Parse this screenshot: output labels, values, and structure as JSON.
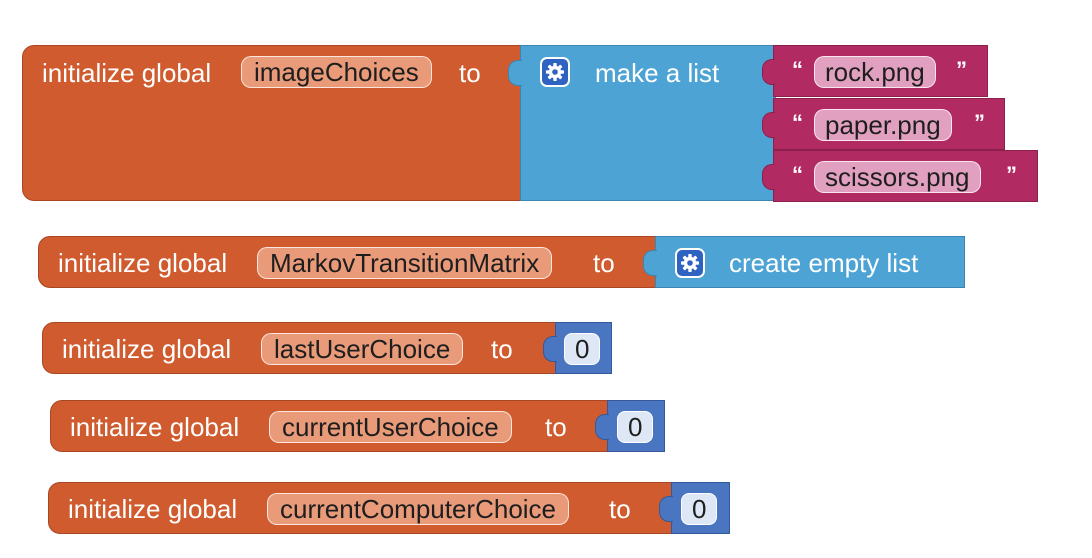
{
  "blocks": [
    {
      "kind": "initialize_global",
      "prefix": "initialize global",
      "variable": "imageChoices",
      "to": "to",
      "value": {
        "kind": "make_list",
        "label": "make a list",
        "icon": "gear-icon",
        "items": [
          "rock.png",
          "paper.png",
          "scissors.png"
        ]
      }
    },
    {
      "kind": "initialize_global",
      "prefix": "initialize global",
      "variable": "MarkovTransitionMatrix",
      "to": "to",
      "value": {
        "kind": "create_empty_list",
        "label": "create empty list",
        "icon": "gear-icon"
      }
    },
    {
      "kind": "initialize_global",
      "prefix": "initialize global",
      "variable": "lastUserChoice",
      "to": "to",
      "value": {
        "kind": "number",
        "number": "0"
      }
    },
    {
      "kind": "initialize_global",
      "prefix": "initialize global",
      "variable": "currentUserChoice",
      "to": "to",
      "value": {
        "kind": "number",
        "number": "0"
      }
    },
    {
      "kind": "initialize_global",
      "prefix": "initialize global",
      "variable": "currentComputerChoice",
      "to": "to",
      "value": {
        "kind": "number",
        "number": "0"
      }
    }
  ],
  "quote_open": "“",
  "quote_close": "”",
  "colors": {
    "variables": "#cf5b2e",
    "lists": "#4ca3d4",
    "text": "#b12a62",
    "math": "#4a75c0"
  }
}
